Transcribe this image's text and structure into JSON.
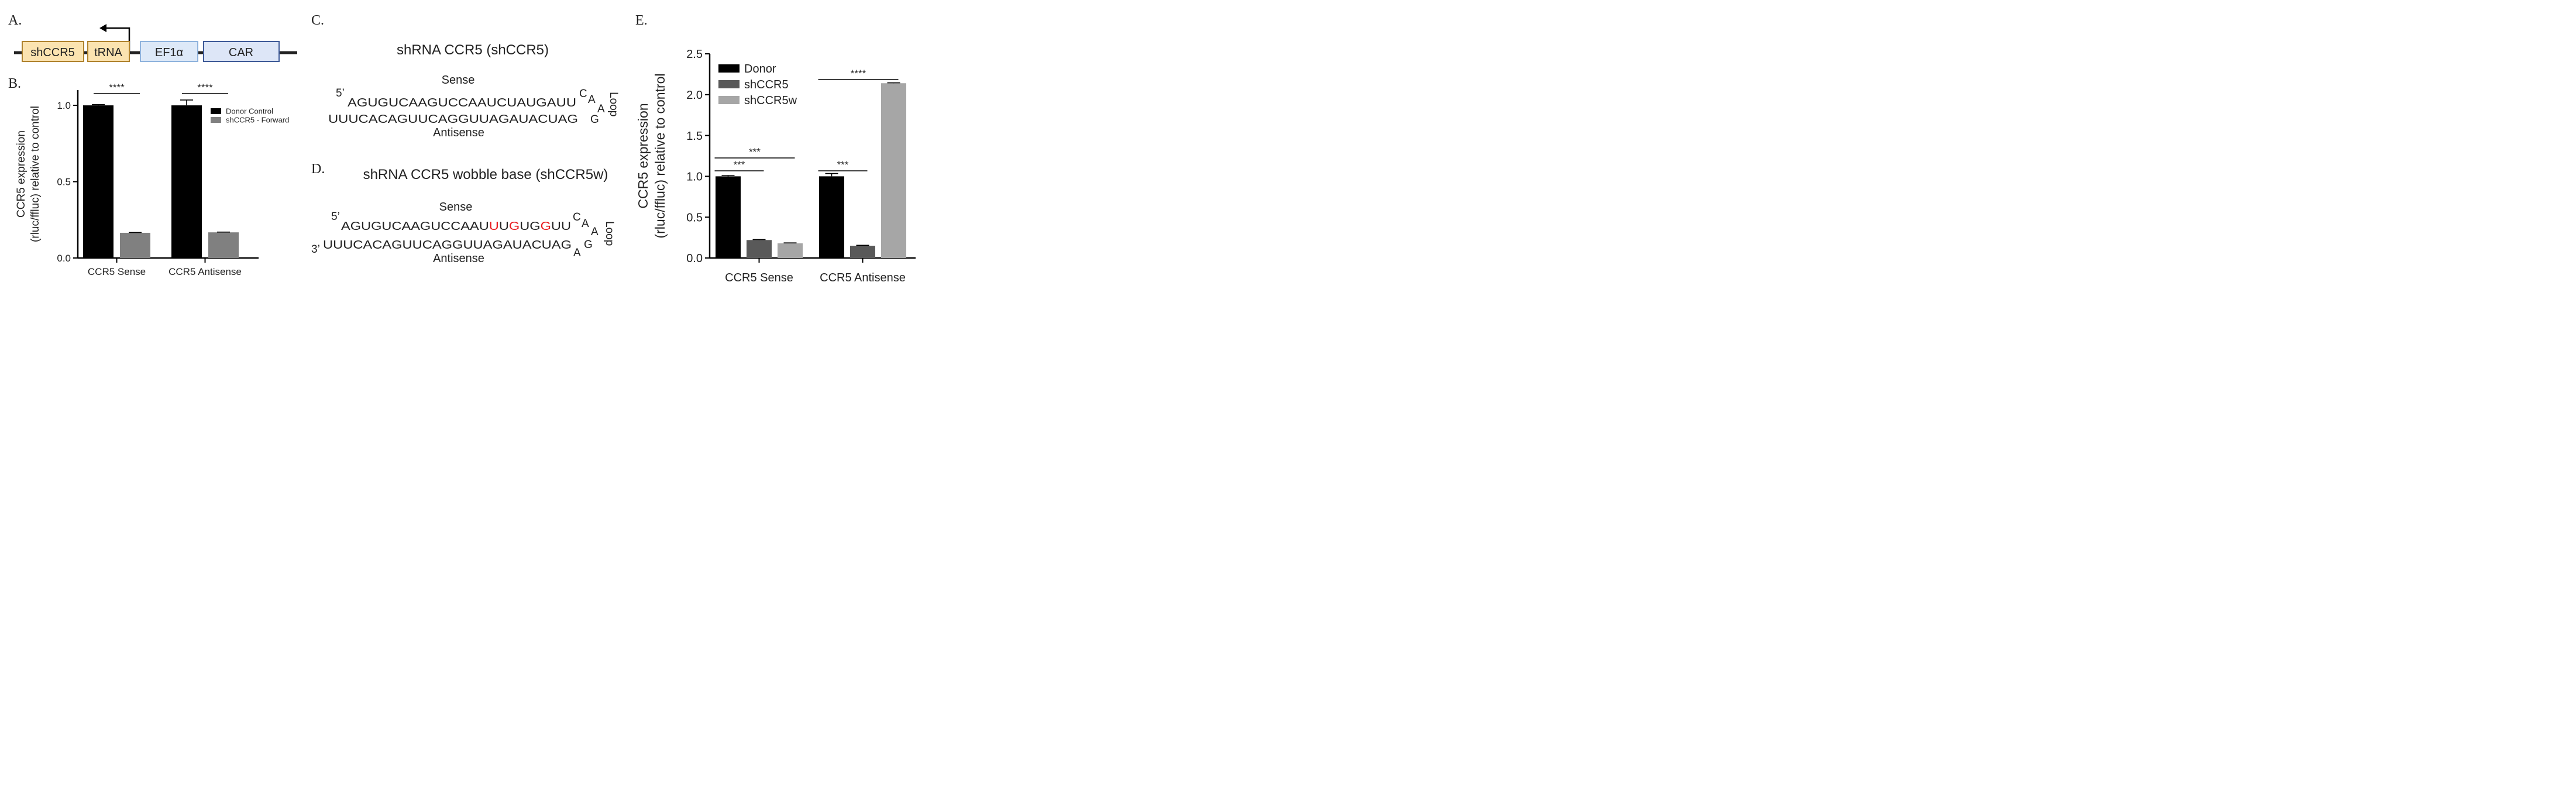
{
  "panels": {
    "a": {
      "letter": "A.",
      "boxes": [
        "shCCR5",
        "tRNA",
        "EF1α",
        "CAR"
      ]
    },
    "b": {
      "letter": "B."
    },
    "c": {
      "letter": "C.",
      "title": "shRNA CCR5 (shCCR5)",
      "sense_label": "Sense",
      "antisense_label": "Antisense",
      "five_prime": "5’",
      "top": "AGUGUCAAGUCCAAUCUAUGAUU",
      "bottom": "UUUCACAGUUCAGGUUAGAUACUAG",
      "loop_c": "C",
      "loop_a1": "A",
      "loop_a2": "A",
      "loop_g": "G",
      "loop_label": "Loop"
    },
    "d": {
      "letter": "D.",
      "title": "shRNA CCR5 wobble base (shCCR5w)",
      "sense_label": "Sense",
      "antisense_label": "Antisense",
      "five_prime": "5’",
      "three_prime": "3’",
      "top_parts": [
        {
          "t": "AGUGUCAAGUCCAAU",
          "red": false
        },
        {
          "t": "U",
          "red": true
        },
        {
          "t": "U",
          "red": false
        },
        {
          "t": "G",
          "red": true
        },
        {
          "t": "UG",
          "red": false
        },
        {
          "t": "G",
          "red": true
        },
        {
          "t": "UU",
          "red": false
        }
      ],
      "bottom": "UUUCACAGUUCAGGUUAGAUACUAG",
      "loop_c": "C",
      "loop_a1": "A",
      "loop_a2": "A",
      "loop_g": "G",
      "loop_a3": "A",
      "loop_label": "Loop"
    },
    "e": {
      "letter": "E."
    }
  },
  "chart_data": [
    {
      "panel": "B",
      "type": "bar",
      "ylabel": [
        "CCR5 expression",
        "(rluc/ffluc) relative to control"
      ],
      "ylim": [
        0,
        1.1
      ],
      "yticks": [
        0.0,
        0.5,
        1.0
      ],
      "ytick_labels": [
        "0.0",
        "0.5",
        "1.0"
      ],
      "categories": [
        "CCR5 Sense",
        "CCR5 Antisense"
      ],
      "series": [
        {
          "name": "Donor Control",
          "color": "#000000",
          "values": [
            1.0,
            1.0
          ],
          "errors": [
            0.005,
            0.035
          ]
        },
        {
          "name": "shCCR5 - Forward",
          "color": "#808080",
          "values": [
            0.165,
            0.168
          ],
          "errors": [
            0.002,
            0.002
          ]
        }
      ],
      "significance": [
        {
          "category": 0,
          "from": 0,
          "to": 1,
          "label": "****"
        },
        {
          "category": 1,
          "from": 0,
          "to": 1,
          "label": "****"
        }
      ],
      "legend": "top-right"
    },
    {
      "panel": "E",
      "type": "bar",
      "ylabel": [
        "CCR5 expression",
        "(rluc/ffluc) relative to control"
      ],
      "ylim": [
        0,
        2.5
      ],
      "yticks": [
        0.0,
        0.5,
        1.0,
        1.5,
        2.0,
        2.5
      ],
      "ytick_labels": [
        "0.0",
        "0.5",
        "1.0",
        "1.5",
        "2.0",
        "2.5"
      ],
      "categories": [
        "CCR5 Sense",
        "CCR5 Antisense"
      ],
      "series": [
        {
          "name": "Donor",
          "color": "#000000",
          "values": [
            1.0,
            1.0
          ],
          "errors": [
            0.01,
            0.035
          ]
        },
        {
          "name": "shCCR5",
          "color": "#595959",
          "values": [
            0.22,
            0.15
          ],
          "errors": [
            0.005,
            0.005
          ]
        },
        {
          "name": "shCCR5w",
          "color": "#a6a6a6",
          "values": [
            0.18,
            2.14
          ],
          "errors": [
            0.005,
            0.005
          ]
        }
      ],
      "significance": [
        {
          "category": 0,
          "from": 0,
          "to": 1,
          "label": "***"
        },
        {
          "category": 0,
          "from": 0,
          "to": 2,
          "label": "***"
        },
        {
          "category": 1,
          "from": 0,
          "to": 1,
          "label": "***"
        },
        {
          "category": 1,
          "from": 0,
          "to": 2,
          "label": "****"
        }
      ],
      "legend": "top-left"
    }
  ]
}
